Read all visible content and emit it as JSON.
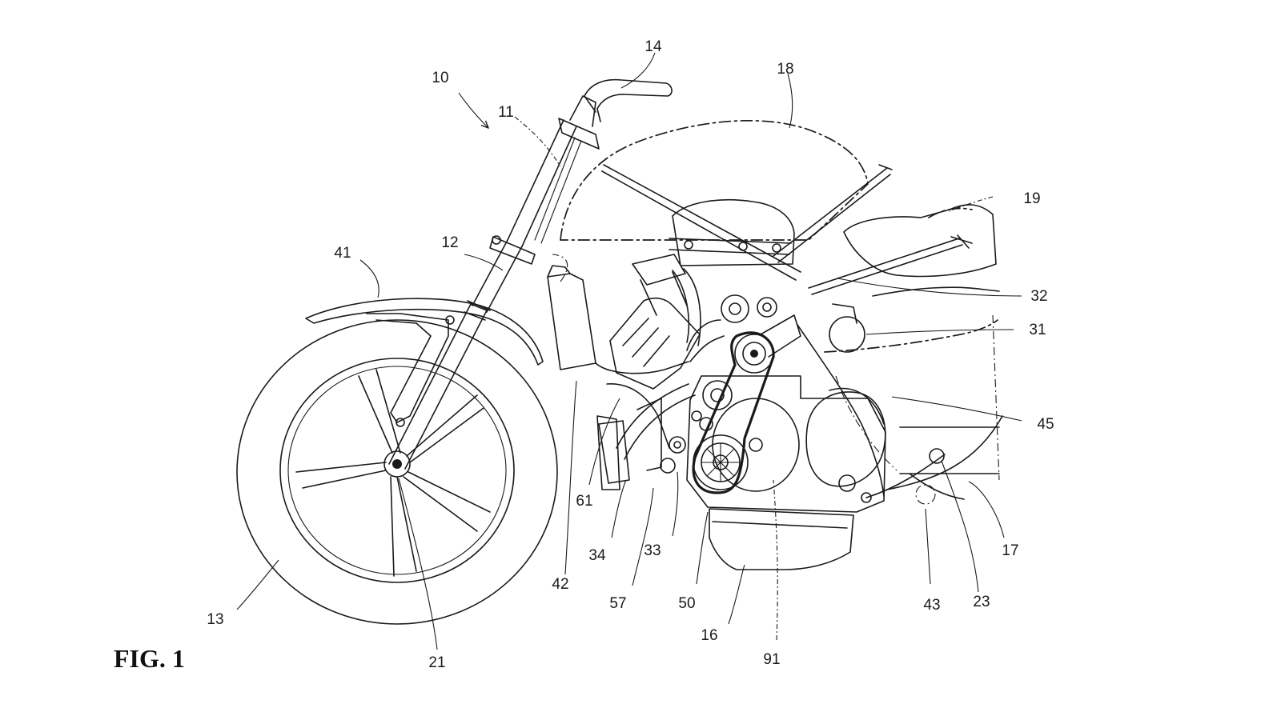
{
  "figure": {
    "caption": "FIG. 1",
    "reference_numerals": [
      "10",
      "11",
      "12",
      "13",
      "14",
      "16",
      "17",
      "18",
      "19",
      "21",
      "23",
      "31",
      "32",
      "33",
      "34",
      "41",
      "42",
      "43",
      "45",
      "50",
      "57",
      "61",
      "91"
    ],
    "ink_color": "#1a1a1a",
    "background_color": "#ffffff"
  }
}
